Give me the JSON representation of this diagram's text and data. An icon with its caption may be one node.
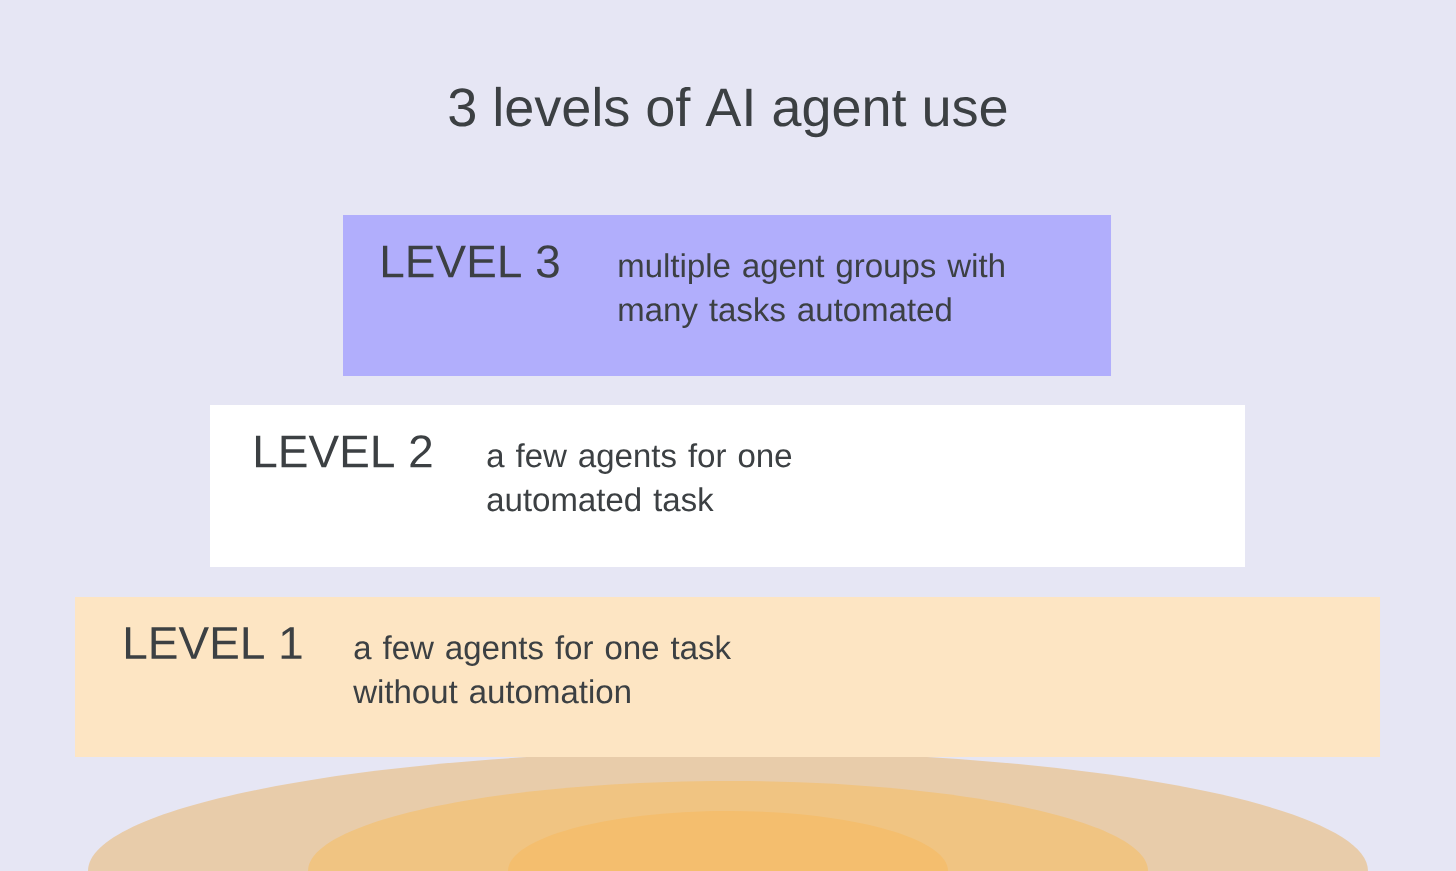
{
  "diagram": {
    "title": "3 levels of AI agent use",
    "nodes": [
      {
        "text": [
          "LEVEL 3",
          "multiple agent groups with many tasks automated"
        ]
      },
      {
        "text": [
          "LEVEL 2",
          "a few agents for one automated task"
        ]
      },
      {
        "text": [
          "LEVEL 1",
          "a few agents for one task without automation"
        ]
      }
    ]
  }
}
